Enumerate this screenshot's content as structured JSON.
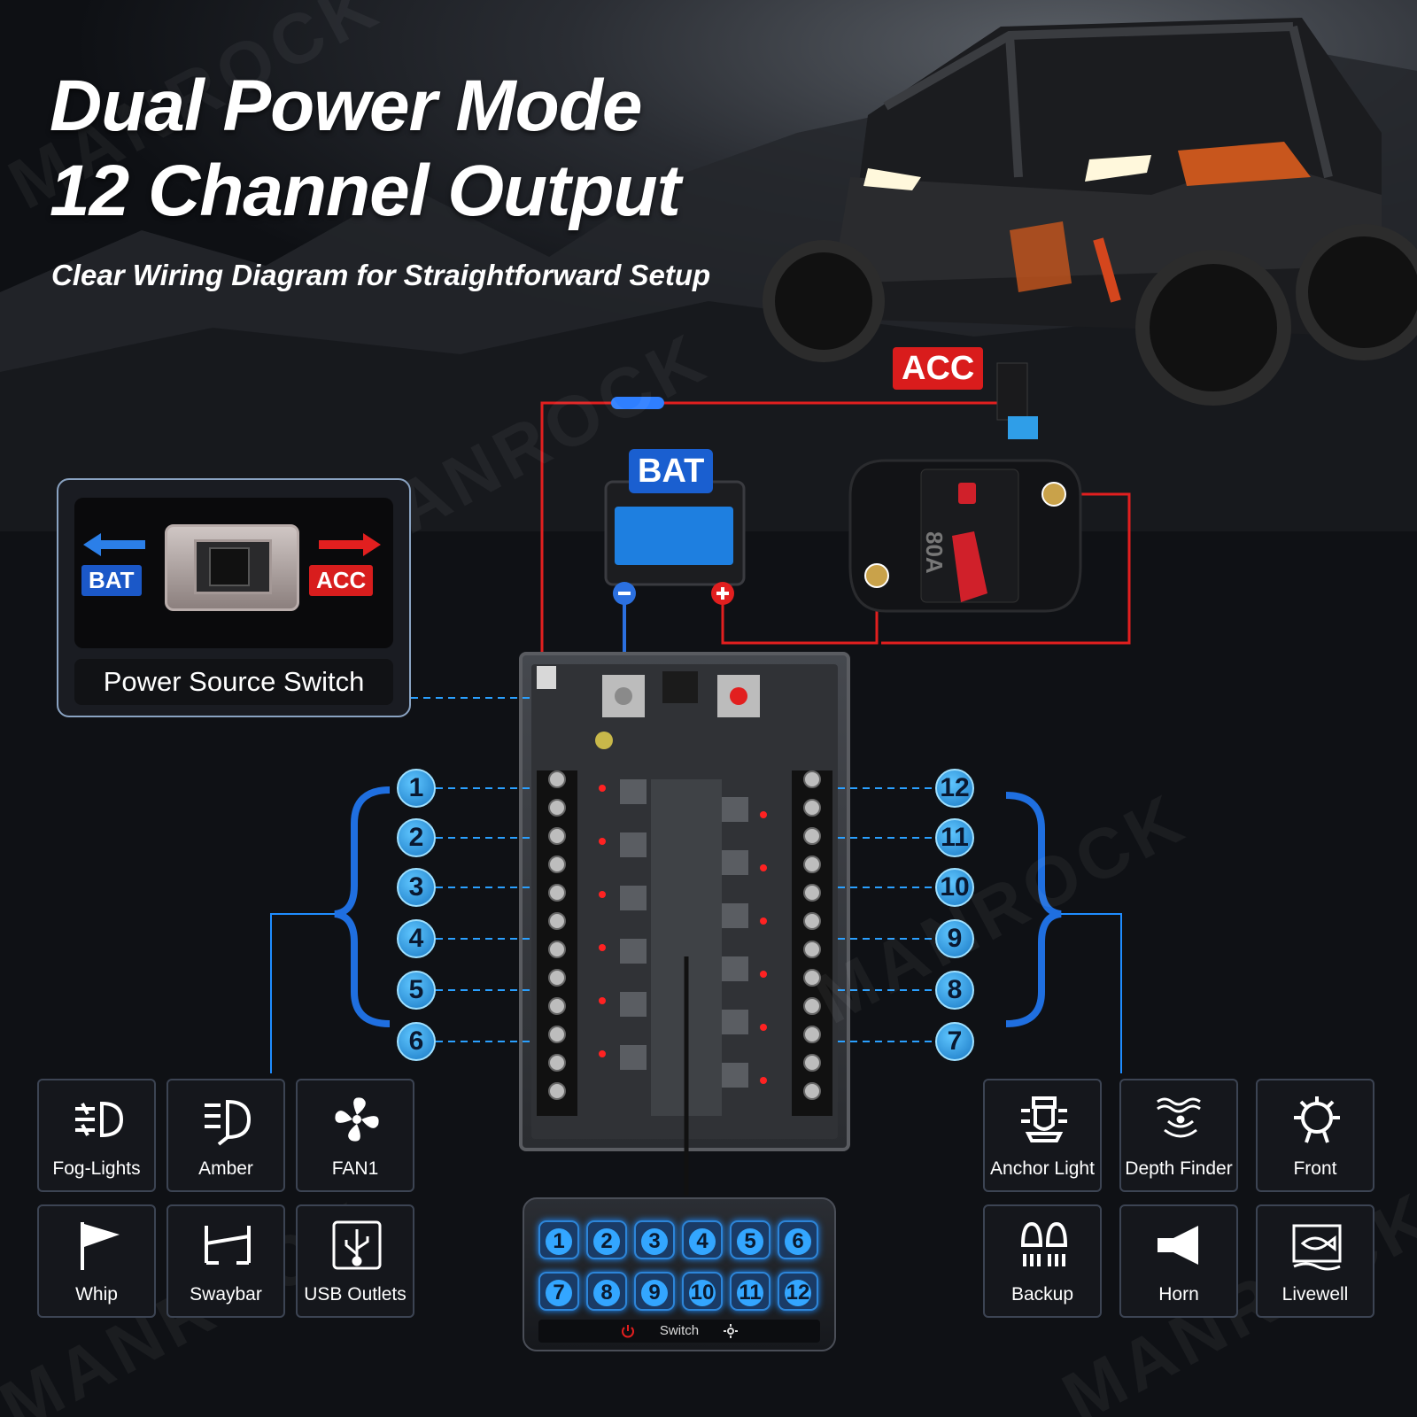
{
  "headline": {
    "line1": "Dual Power Mode",
    "line2": "12 Channel Output",
    "subtitle": "Clear Wiring Diagram for Straightforward Setup"
  },
  "watermark": "MANROCK",
  "power_source_switch": {
    "left_tag": "BAT",
    "right_tag": "ACC",
    "label": "Power Source Switch"
  },
  "diagram_labels": {
    "acc": "ACC",
    "bat": "BAT",
    "breaker_rating": "80A"
  },
  "channels_left": [
    "1",
    "2",
    "3",
    "4",
    "5",
    "6"
  ],
  "channels_right": [
    "12",
    "11",
    "10",
    "9",
    "8",
    "7"
  ],
  "loads_left": [
    {
      "label": "Fog-Lights",
      "icon": "fog-lights-icon"
    },
    {
      "label": "Amber",
      "icon": "amber-light-icon"
    },
    {
      "label": "FAN1",
      "icon": "fan-icon"
    },
    {
      "label": "Whip",
      "icon": "whip-flag-icon"
    },
    {
      "label": "Swaybar",
      "icon": "swaybar-icon"
    },
    {
      "label": "USB Outlets",
      "icon": "usb-icon"
    }
  ],
  "loads_right": [
    {
      "label": "Anchor Light",
      "icon": "anchor-light-icon"
    },
    {
      "label": "Depth Finder",
      "icon": "depth-finder-icon"
    },
    {
      "label": "Front",
      "icon": "front-light-icon"
    },
    {
      "label": "Backup",
      "icon": "backup-light-icon"
    },
    {
      "label": "Horn",
      "icon": "horn-icon"
    },
    {
      "label": "Livewell",
      "icon": "livewell-icon"
    }
  ],
  "switch_panel": {
    "keys_row1": [
      "1",
      "2",
      "3",
      "4",
      "5",
      "6"
    ],
    "keys_row2": [
      "7",
      "8",
      "9",
      "10",
      "11",
      "12"
    ],
    "label": "Switch"
  },
  "colors": {
    "accent_blue": "#1f8dff",
    "wire_red": "#e21f1f",
    "tag_blue": "#1b58c8",
    "tag_red": "#d81d1d"
  }
}
